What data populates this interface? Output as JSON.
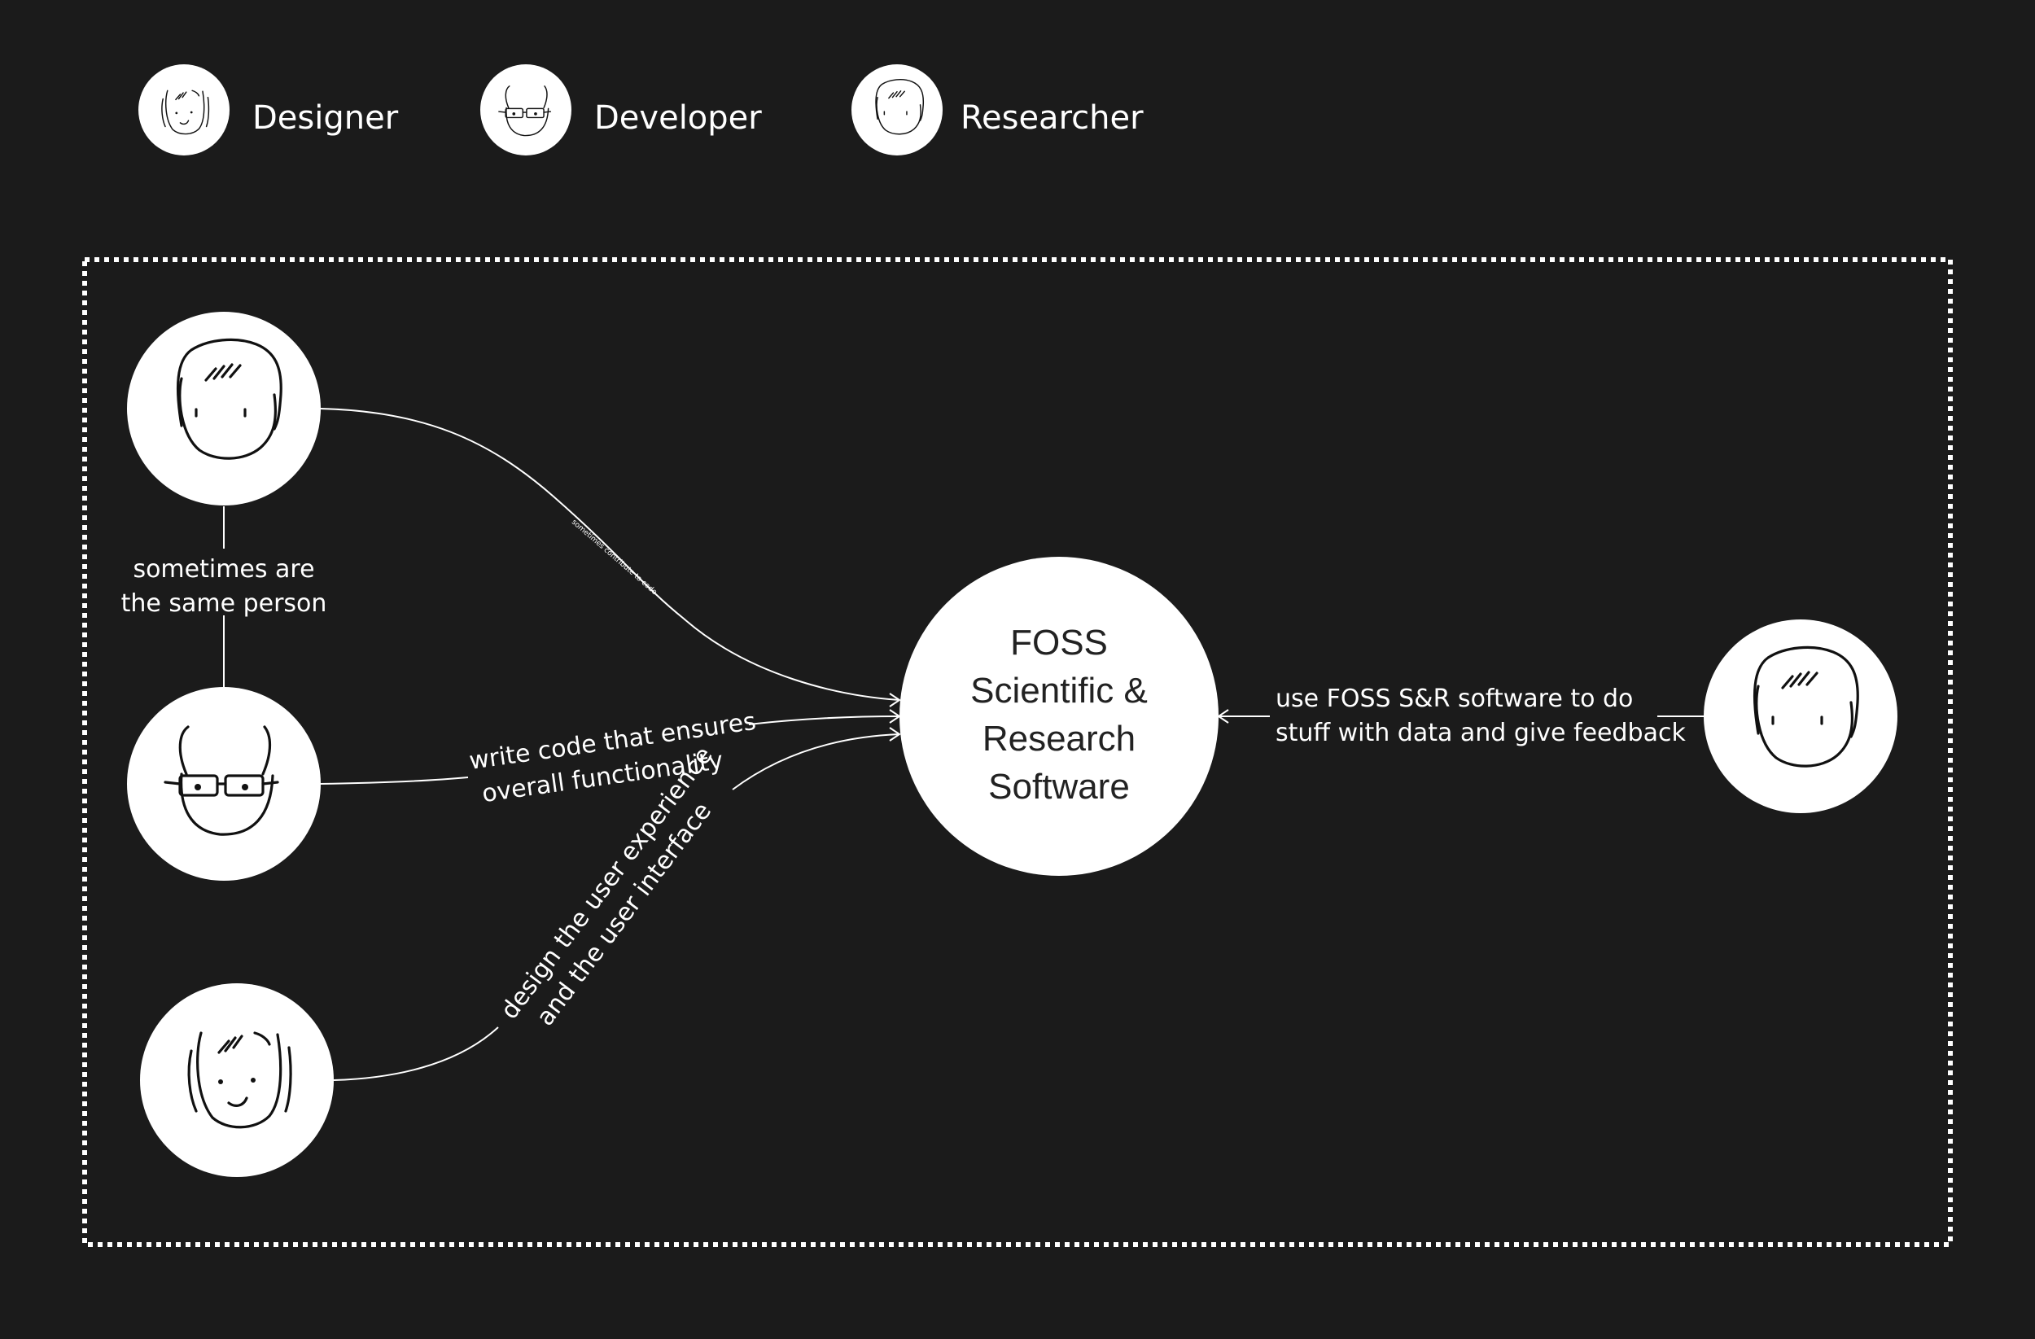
{
  "legend": {
    "designer": "Designer",
    "developer": "Developer",
    "researcher": "Researcher"
  },
  "center": {
    "lines": [
      "FOSS",
      "Scientific &",
      "Research",
      "Software"
    ]
  },
  "edges": {
    "same_person": [
      "sometimes are",
      "the same person"
    ],
    "contribute": "sometimes contribute to code",
    "developer": [
      "write code that ensures",
      "overall functionality"
    ],
    "designer": [
      "design the user experience",
      "and the user interface"
    ],
    "user": [
      "use FOSS S&R software to do",
      "stuff with data and give feedback"
    ]
  },
  "colors": {
    "background": "#1b1b1b",
    "foreground": "#ffffff",
    "ink": "#111111"
  }
}
